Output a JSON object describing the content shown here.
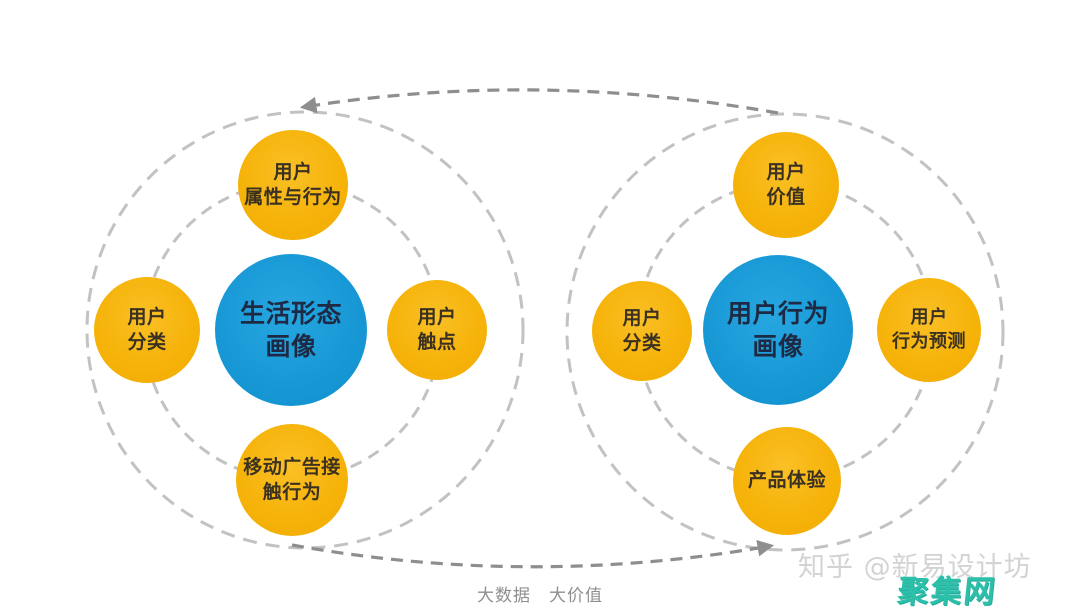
{
  "diagram": {
    "caption": "大数据　大价值",
    "watermark": "知乎 @新易设计坊",
    "watermark_logo": "聚集网",
    "colors": {
      "satellite_yellow": "#F6B30A",
      "hub_blue": "#1899D6",
      "ring_gray": "#C2C2C2",
      "arrow_gray": "#8E8E8E",
      "caption_gray": "#8F8F8F",
      "watermark_gray": "#D3D3D3",
      "logo_teal": "#2CC0AB"
    },
    "left_cluster": {
      "center": {
        "line1": "生活形态",
        "line2": "画像"
      },
      "top": {
        "line1": "用户",
        "line2": "属性与行为"
      },
      "left": {
        "line1": "用户",
        "line2": "分类"
      },
      "right": {
        "line1": "用户",
        "line2": "触点"
      },
      "bottom": {
        "line1": "移动广告接",
        "line2": "触行为"
      }
    },
    "right_cluster": {
      "center": {
        "line1": "用户行为",
        "line2": "画像"
      },
      "top": {
        "line1": "用户",
        "line2": "价值"
      },
      "left": {
        "line1": "用户",
        "line2": "分类"
      },
      "right": {
        "line1": "用户",
        "line2": "行为预测"
      },
      "bottom": {
        "line1": "产品体验",
        "line2": ""
      }
    }
  }
}
